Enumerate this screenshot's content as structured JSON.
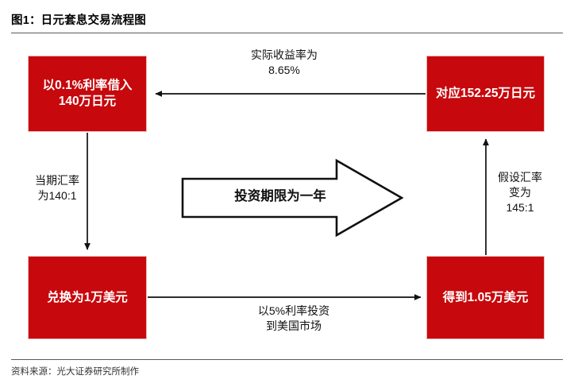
{
  "figure": {
    "title": "图1：日元套息交易流程图",
    "source": "资料来源：光大证券研究所制作"
  },
  "colors": {
    "box_fill": "#c7080c",
    "box_border": "#f0b9bb",
    "box_text": "#ffffff",
    "arrow": "#111111",
    "rule": "#5b5b5b"
  },
  "nodes": {
    "borrow": "以0.1%利率借入140万日元",
    "exchange_usd": "兑换为1万美元",
    "usd_gain": "得到1.05万美元",
    "jpy_back": "对应152.25万日元"
  },
  "edges": {
    "return_rate": "实际收益率为\n8.65%",
    "rate_now": "当期汇率\n为140:1",
    "invest": "以5%利率投资\n到美国市场",
    "rate_new": "假设汇率\n变为\n145:1"
  },
  "banner": {
    "text": "投资期限为一年"
  }
}
